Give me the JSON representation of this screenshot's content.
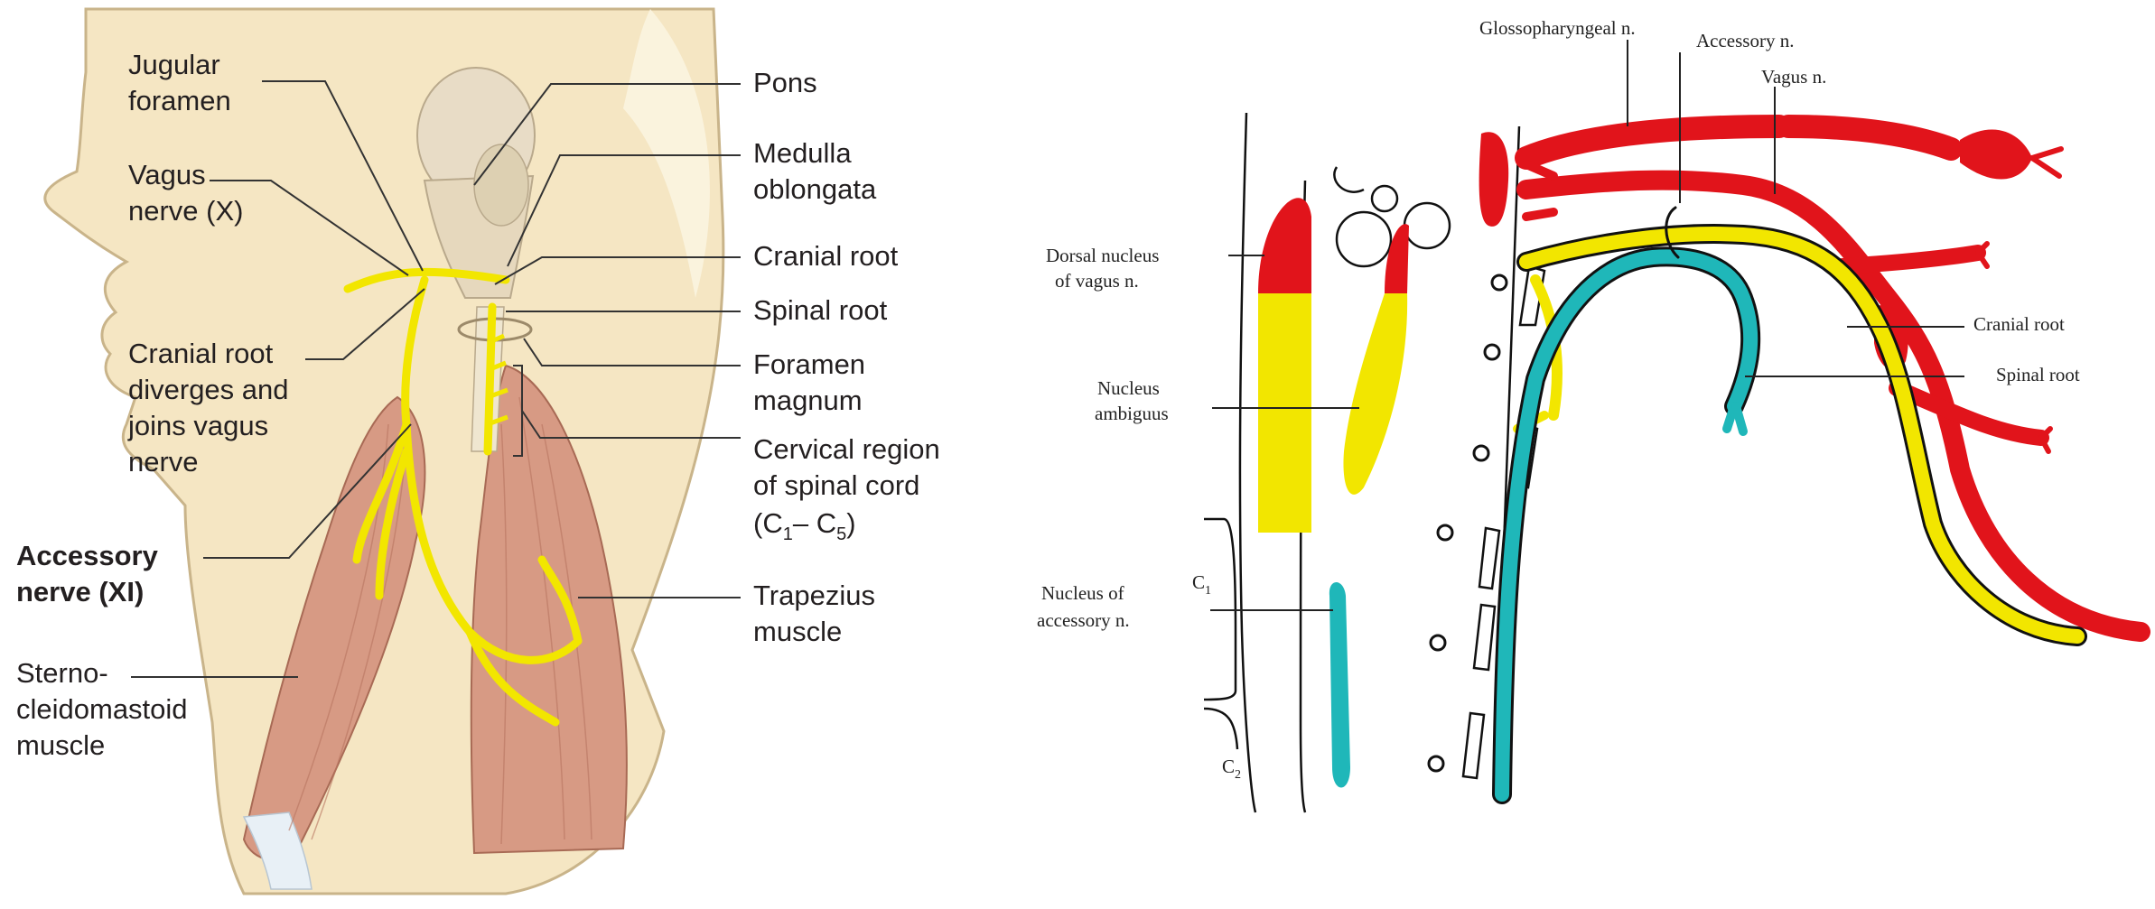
{
  "left_panel": {
    "labels": {
      "jugular_foramen": [
        "Jugular",
        "foramen"
      ],
      "vagus_nerve": [
        "Vagus",
        "nerve (X)"
      ],
      "cranial_root_diverges": [
        "Cranial root",
        "diverges and",
        "joins vagus",
        "nerve"
      ],
      "accessory_nerve": [
        "Accessory",
        "nerve (XI)"
      ],
      "sternocleidomastoid": [
        "Sterno-",
        "cleidomastoid",
        "muscle"
      ],
      "pons": "Pons",
      "medulla_oblongata": [
        "Medulla",
        "oblongata"
      ],
      "cranial_root": "Cranial root",
      "spinal_root": "Spinal root",
      "foramen_magnum": [
        "Foramen",
        "magnum"
      ],
      "cervical_region": [
        "Cervical region",
        "of spinal cord"
      ],
      "cervical_range": {
        "open": "(C",
        "sub1": "1",
        "dash": "– C",
        "sub2": "5",
        "close": ")"
      },
      "trapezius": [
        "Trapezius",
        "muscle"
      ]
    }
  },
  "right_panel": {
    "labels": {
      "glossopharyngeal": "Glossopharyngeal n.",
      "accessory_n": "Accessory n.",
      "vagus_n": "Vagus n.",
      "dorsal_nucleus": [
        "Dorsal nucleus",
        "of vagus n."
      ],
      "nucleus_ambiguus": [
        "Nucleus",
        "ambiguus"
      ],
      "nucleus_accessory": [
        "Nucleus of",
        "accessory n."
      ],
      "cranial_root": "Cranial root",
      "spinal_root": "Spinal root",
      "c1": {
        "base": "C",
        "sub": "1"
      },
      "c2": {
        "base": "C",
        "sub": "2"
      }
    }
  },
  "colors": {
    "skin": "#f5e6c3",
    "nerve_yellow": "#f2e600",
    "nerve_red": "#e1141b",
    "nerve_cyan": "#1fb7b9",
    "muscle": "#d79a84",
    "leader": "#333333"
  }
}
